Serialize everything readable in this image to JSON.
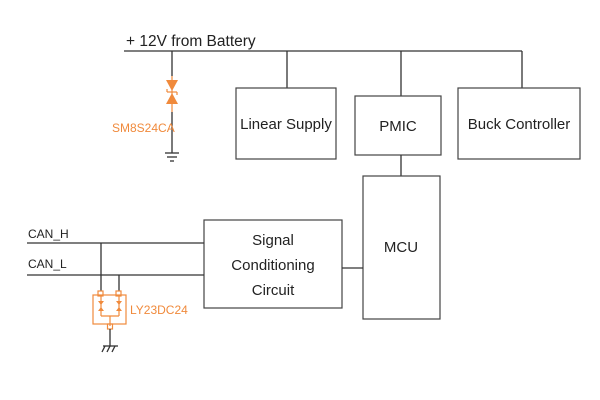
{
  "diagram": {
    "power_rail_label": "+ 12V from Battery",
    "blocks": {
      "linear_supply": "Linear Supply",
      "pmic": "PMIC",
      "buck_controller": "Buck Controller",
      "mcu": "MCU",
      "signal_conditioning": [
        "Signal",
        "Conditioning",
        "Circuit"
      ]
    },
    "signals": {
      "can_h": "CAN_H",
      "can_l": "CAN_L"
    },
    "components": {
      "tvs_diode": "SM8S24CA",
      "can_protection": "LY23DC24"
    },
    "colors": {
      "accent": "#f08a3c",
      "line": "#333333"
    }
  }
}
